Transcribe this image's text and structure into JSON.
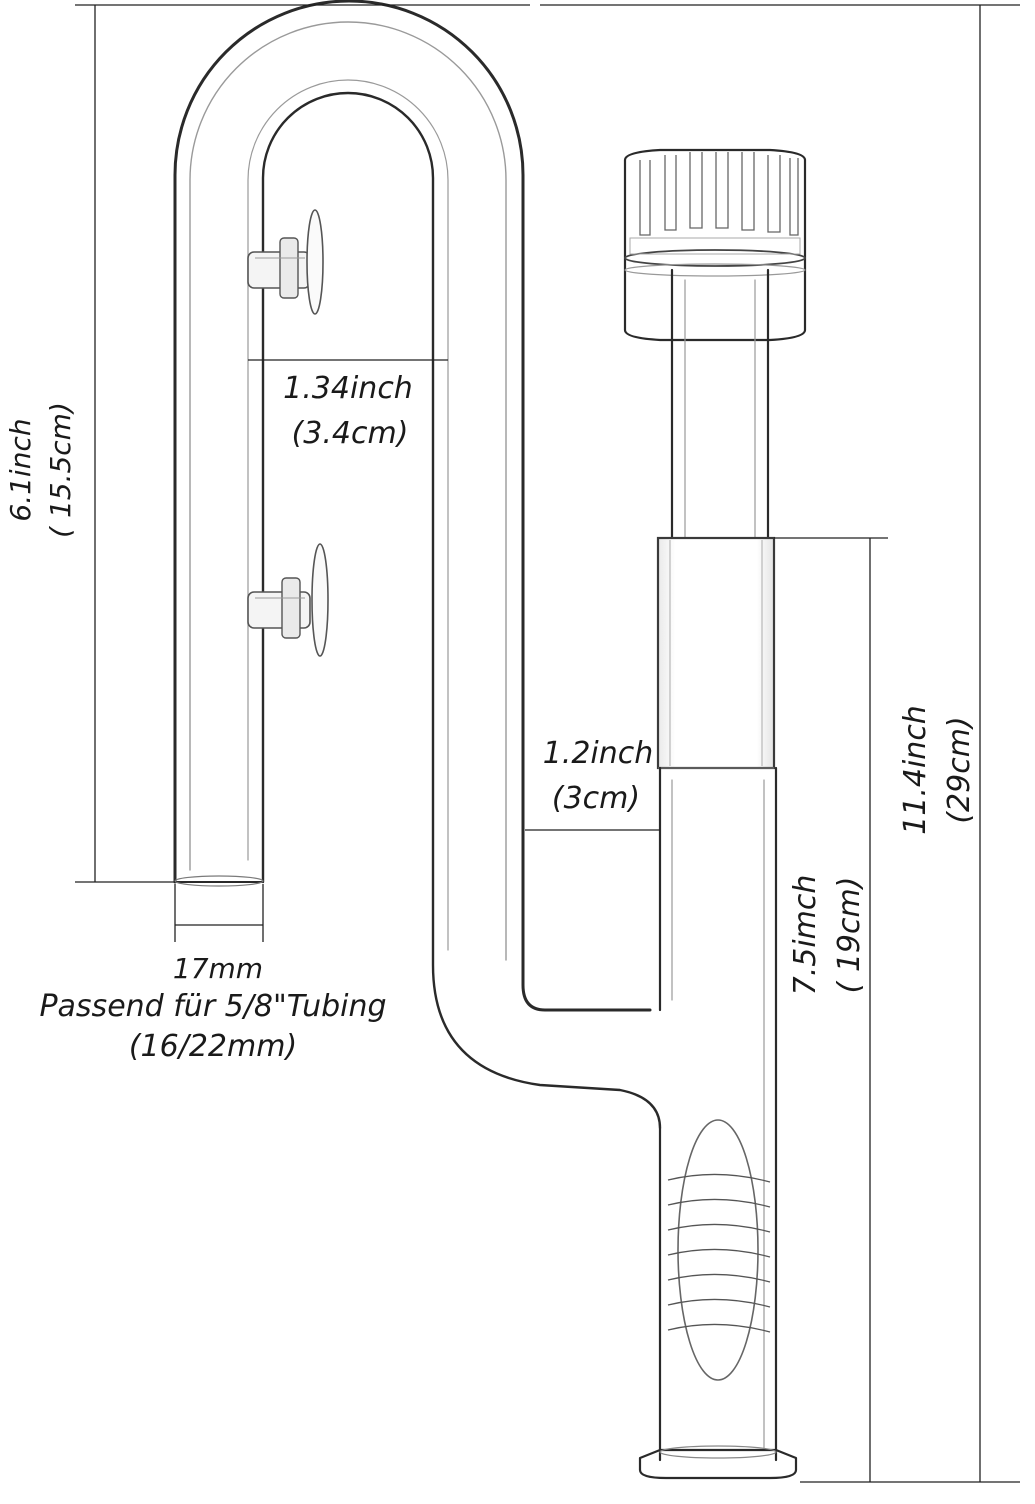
{
  "dimensions": {
    "height_left": {
      "line1": "6.1inch",
      "line2": "( 15.5cm)"
    },
    "width_top": {
      "line1": "1.34inch",
      "line2": "(3.4cm)"
    },
    "width_middle": {
      "line1": "1.2inch",
      "line2": "(3cm)"
    },
    "height_total": {
      "line1": "11.4inch",
      "line2": "(29cm)"
    },
    "height_lower": {
      "line1": "7.5imch",
      "line2": "( 19cm)"
    },
    "diameter": {
      "value": "17mm"
    }
  },
  "notes": {
    "fit_line1": "Passend für 5/8\"Tubing",
    "fit_line2": "(16/22mm)"
  },
  "colors": {
    "ink": "#1a1a1a",
    "glass": "#2a2a2a",
    "background": "#ffffff"
  }
}
